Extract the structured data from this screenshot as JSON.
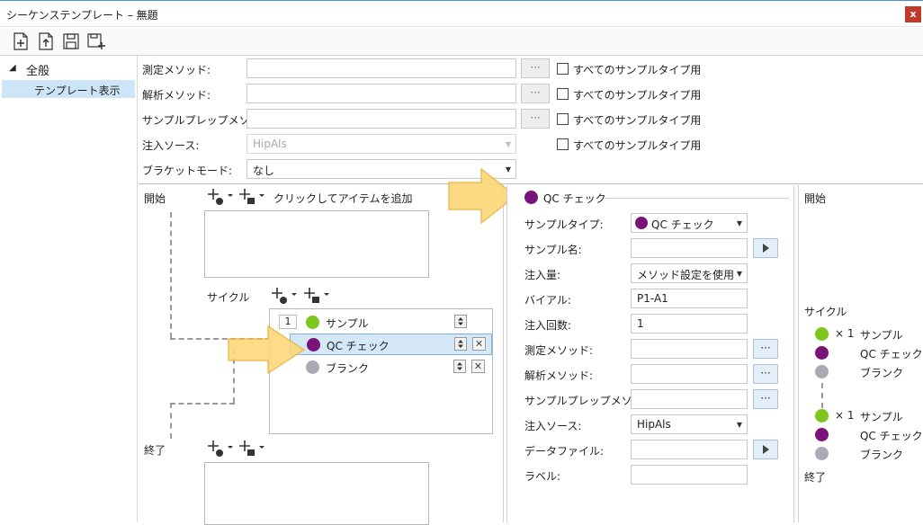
{
  "window": {
    "title": "シーケンステンプレート – 無題",
    "close": "x"
  },
  "nav": {
    "group": "全般",
    "item": "テンプレート表示"
  },
  "form": {
    "measure_method_label": "測定メソッド:",
    "analysis_method_label": "解析メソッド:",
    "prep_method_label": "サンプルプレップメソッド:",
    "inject_source_label": "注入ソース:",
    "inject_source_value": "HipAls",
    "bracket_mode_label": "ブラケットモード:",
    "bracket_mode_value": "なし",
    "all_types_label": "すべてのサンプルタイプ用",
    "dots": "···"
  },
  "left": {
    "start_label": "開始",
    "add_item_label": "クリックしてアイテムを追加",
    "cycle_label": "サイクル",
    "end_label": "終了",
    "cycle_items": [
      {
        "index": "1",
        "name": "サンプル",
        "color": "#7cc61e"
      },
      {
        "index": "",
        "name": "QC チェック",
        "color": "#7a1478"
      },
      {
        "index": "",
        "name": "ブランク",
        "color": "#a8abb2"
      }
    ]
  },
  "detail": {
    "header": "QC チェック",
    "sample_type_label": "サンプルタイプ:",
    "sample_type_value": "QC チェック",
    "sample_name_label": "サンプル名:",
    "inject_vol_label": "注入量:",
    "inject_vol_value": "メソッド設定を使用",
    "vial_label": "バイアル:",
    "vial_value": "P1-A1",
    "inject_count_label": "注入回数:",
    "inject_count_value": "1",
    "measure_method_label": "測定メソッド:",
    "analysis_method_label": "解析メソッド:",
    "prep_method_label": "サンプルプレップメソッド:",
    "inject_source_label": "注入ソース:",
    "inject_source_value": "HipAls",
    "data_file_label": "データファイル:",
    "label_label": "ラベル:"
  },
  "preview": {
    "start_label": "開始",
    "cycle_label": "サイクル",
    "end_label": "終了",
    "multiplier": "× 1",
    "sample": "サンプル",
    "qc": "QC チェック",
    "blank": "ブランク"
  }
}
